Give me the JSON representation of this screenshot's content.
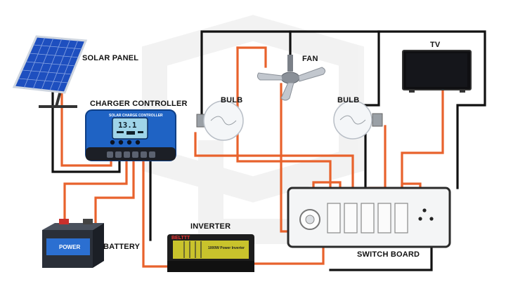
{
  "labels": {
    "solar_panel": "SOLAR PANEL",
    "charger_controller": "CHARGER CONTROLLER",
    "fan": "FAN",
    "bulb_left": "BULB",
    "bulb_right": "BULB",
    "tv": "TV",
    "battery": "BATTERY",
    "inverter": "INVERTER",
    "switch_board": "SWITCH BOARD"
  },
  "controller": {
    "header": "SOLAR CHARGE CONTROLLER",
    "lcd_value": "13.1"
  },
  "battery_brand": "POWER",
  "inverter_text": {
    "brand": "BELTTT",
    "model": "1000W Power Inverter"
  },
  "colors": {
    "wire_negative": "#111111",
    "wire_positive": "#e8622c",
    "controller_body": "#1f63c4",
    "lcd": "#9fd4e8",
    "inverter_body": "#1d1d1d",
    "inverter_band": "#c9c32c",
    "battery_body": "#2a2f38",
    "battery_label": "#2b6fd1"
  }
}
